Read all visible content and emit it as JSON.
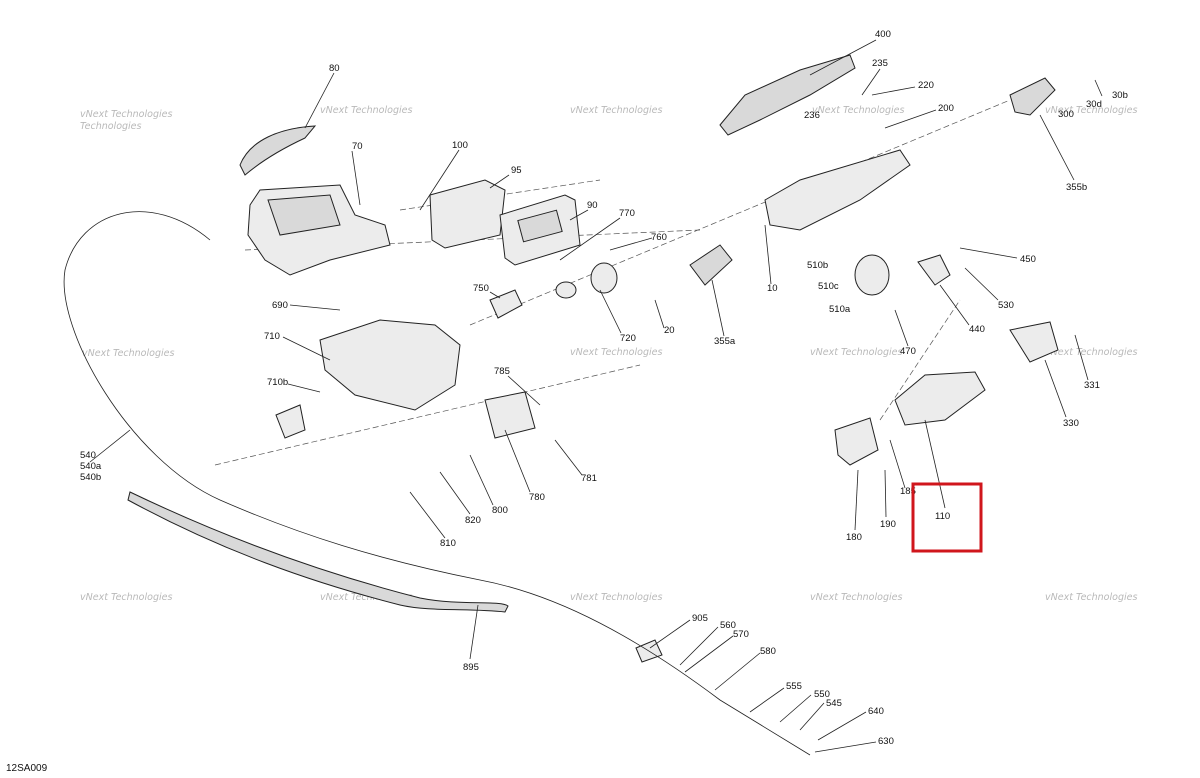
{
  "diagram": {
    "code": "12SA009",
    "watermark": "vNext Technologies",
    "highlight": "110",
    "callouts": {
      "p80": "80",
      "p70": "70",
      "p100": "100",
      "p95": "95",
      "p90": "90",
      "p770": "770",
      "p760": "760",
      "p750": "750",
      "p720": "720",
      "p20": "20",
      "p355a": "355a",
      "p10": "10",
      "p400": "400",
      "p235": "235",
      "p220": "220",
      "p236": "236",
      "p200": "200",
      "p300": "300",
      "p30b": "30b",
      "p30d": "30d",
      "p355b": "355b",
      "p510b": "510b",
      "p510c": "510c",
      "p510a": "510a",
      "p470": "470",
      "p450": "450",
      "p530": "530",
      "p440": "440",
      "p331": "331",
      "p330": "330",
      "p690": "690",
      "p710": "710",
      "p710b": "710b",
      "p540": "540",
      "p540a": "540a",
      "p540b": "540b",
      "p785": "785",
      "p781": "781",
      "p780": "780",
      "p800": "800",
      "p820": "820",
      "p810": "810",
      "p180": "180",
      "p190": "190",
      "p185": "185",
      "p110": "110",
      "p895": "895",
      "p905": "905",
      "p560": "560",
      "p570": "570",
      "p580": "580",
      "p555": "555",
      "p550": "550",
      "p545": "545",
      "p640": "640",
      "p630": "630"
    }
  }
}
